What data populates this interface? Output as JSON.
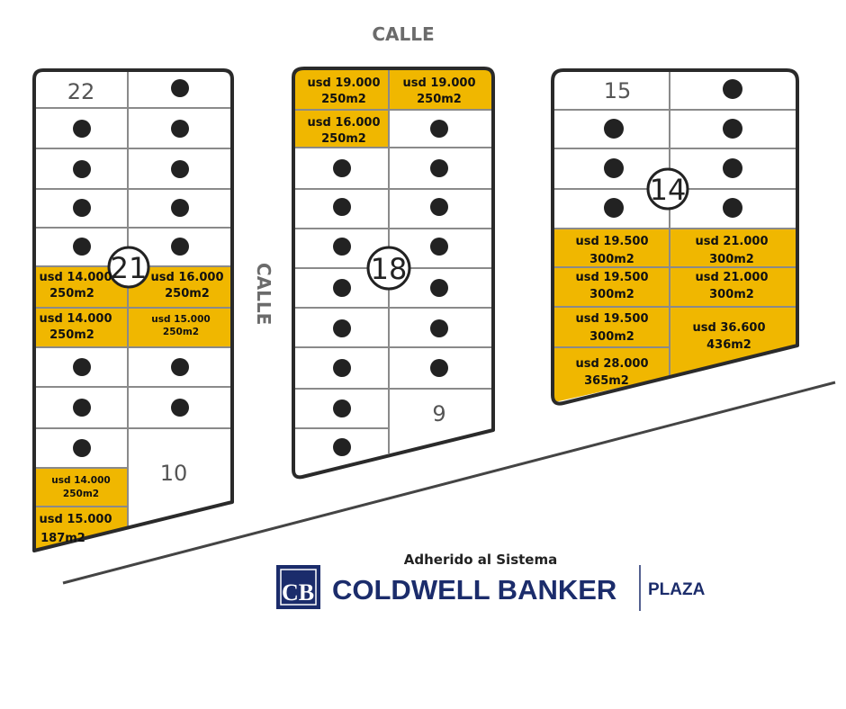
{
  "streets": {
    "top": "CALLE",
    "middle": "CALLE"
  },
  "blocks": {
    "b21": {
      "number": "21",
      "corner_lots": [
        "22",
        "10"
      ],
      "offers": [
        {
          "price": "usd 14.000",
          "area": "250m2"
        },
        {
          "price": "usd 16.000",
          "area": "250m2"
        },
        {
          "price": "usd 14.000",
          "area": "250m2"
        },
        {
          "price": "usd 15.000",
          "area": "250m2"
        },
        {
          "price": "usd 14.000",
          "area": "250m2"
        },
        {
          "price": "usd 15.000",
          "area": "187m2"
        }
      ]
    },
    "b18": {
      "number": "18",
      "corner_lots": [
        "9"
      ],
      "offers": [
        {
          "price": "usd 19.000",
          "area": "250m2"
        },
        {
          "price": "usd 19.000",
          "area": "250m2"
        },
        {
          "price": "usd 16.000",
          "area": "250m2"
        }
      ]
    },
    "b14": {
      "number": "14",
      "corner_lots": [
        "15"
      ],
      "offers": [
        {
          "price": "usd 19.500",
          "area": "300m2"
        },
        {
          "price": "usd  21.000",
          "area": "300m2"
        },
        {
          "price": "usd 19.500",
          "area": "300m2"
        },
        {
          "price": "usd 21.000",
          "area": "300m2"
        },
        {
          "price": "usd 19.500",
          "area": "300m2"
        },
        {
          "price": "usd 36.600",
          "area": "436m2"
        },
        {
          "price": "usd 28.000",
          "area": "365m2"
        }
      ]
    }
  },
  "colors": {
    "available": "#f0b700",
    "outline": "#2a2a2a",
    "grid": "#8a8a8a",
    "brand": "#1b2c6b"
  },
  "branding": {
    "tagline": "Adherido al Sistema",
    "name": "COLDWELL BANKER",
    "office": "PLAZA",
    "logo_letters": "CB",
    "icon": "coldwell-banker-logo-icon"
  }
}
